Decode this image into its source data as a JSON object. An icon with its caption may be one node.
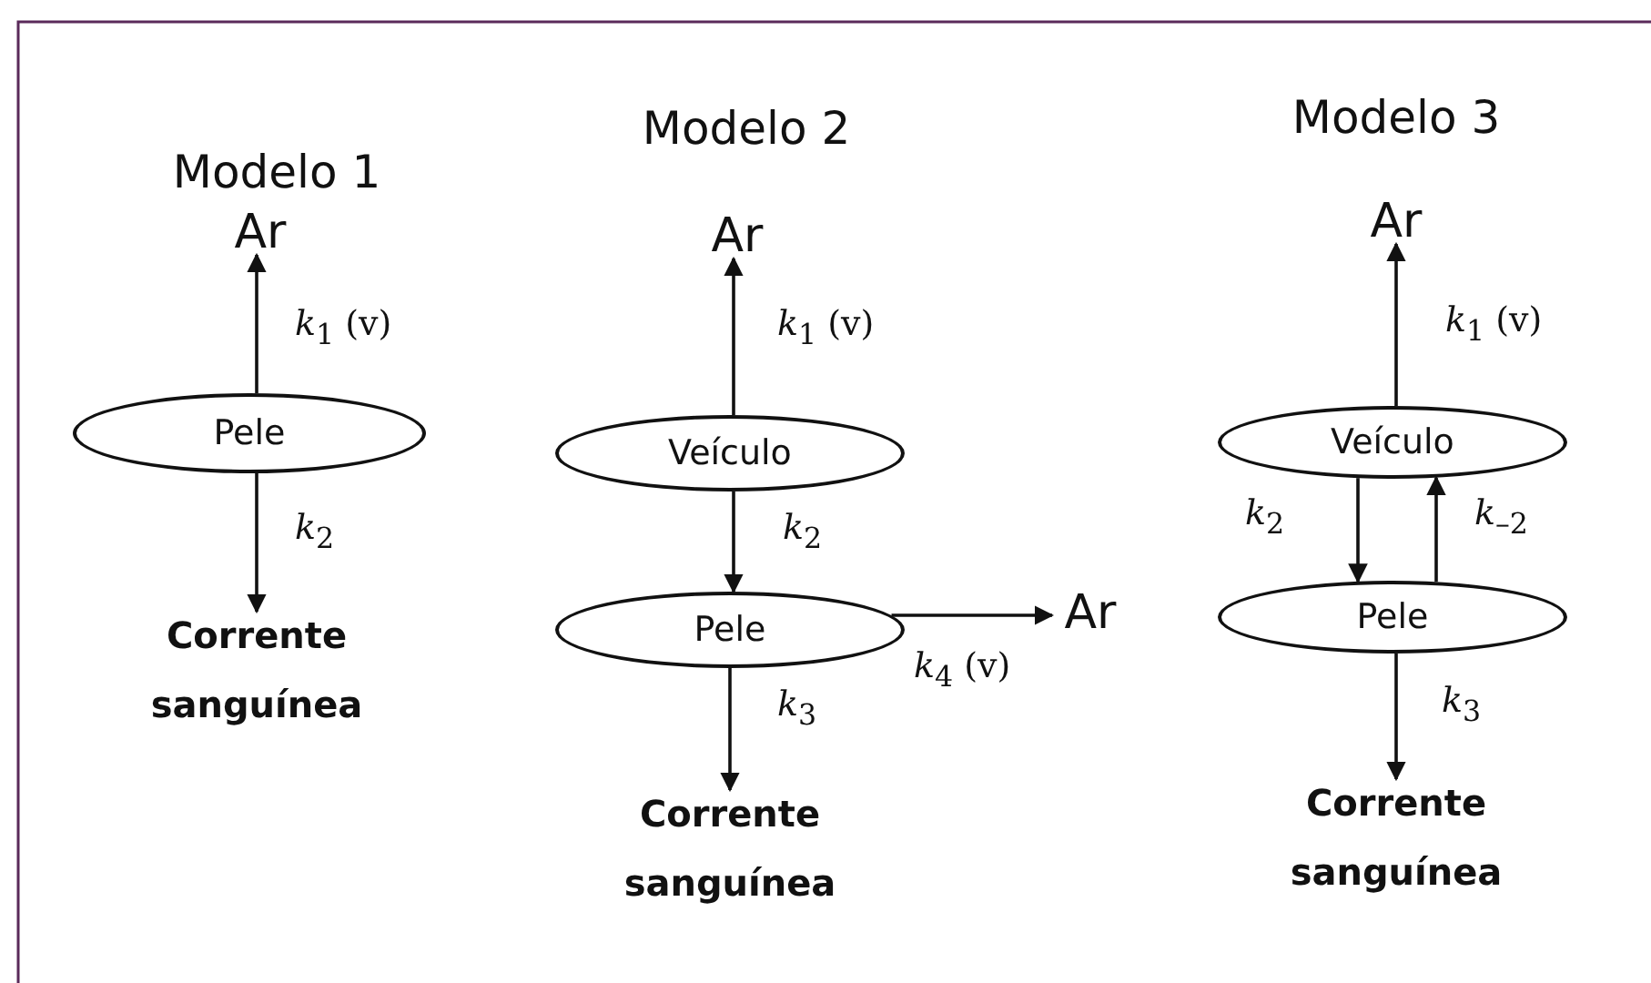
{
  "diagram": {
    "nodes": [
      {
        "text": [
          "Ar"
        ]
      },
      {
        "text": [
          "Pele"
        ]
      },
      {
        "text": [
          "Corrente sanguínea"
        ]
      },
      {
        "text": [
          "Ar"
        ]
      },
      {
        "text": [
          "Veículo"
        ]
      },
      {
        "text": [
          "Pele"
        ]
      },
      {
        "text": [
          "Ar"
        ]
      },
      {
        "text": [
          "Corrente sanguínea"
        ]
      },
      {
        "text": [
          "Ar"
        ]
      },
      {
        "text": [
          "Veículo"
        ]
      },
      {
        "text": [
          "Pele"
        ]
      },
      {
        "text": [
          "Corrente sanguínea"
        ]
      }
    ],
    "edges": [
      {
        "from": 1,
        "to": 0,
        "arrow": "to",
        "label": "*k*$_{1}$ (v)"
      },
      {
        "from": 1,
        "to": 2,
        "arrow": "to",
        "label": "*k*$_{2}$"
      },
      {
        "from": 4,
        "to": 3,
        "arrow": "to",
        "label": "*k*$_{1}$ (v)"
      },
      {
        "from": 4,
        "to": 5,
        "arrow": "to",
        "label": "*k*$_{2}$"
      },
      {
        "from": 5,
        "to": 6,
        "arrow": "to",
        "label": "*k*$_{4}$ (v)"
      },
      {
        "from": 5,
        "to": 7,
        "arrow": "to",
        "label": "*k*$_{3}$"
      },
      {
        "from": 9,
        "to": 8,
        "arrow": "to",
        "label": "*k*$_{1}$ (v)"
      },
      {
        "from": 9,
        "to": 10,
        "arrow": "to",
        "label": "*k*$_{2}$"
      },
      {
        "from": 10,
        "to": 9,
        "arrow": "to",
        "label": "*k*$_{–2}$"
      },
      {
        "from": 10,
        "to": 11,
        "arrow": "to",
        "label": "*k*$_{3}$"
      }
    ],
    "labels": [
      "Modelo 1",
      "Modelo 2",
      "Modelo 3"
    ]
  }
}
